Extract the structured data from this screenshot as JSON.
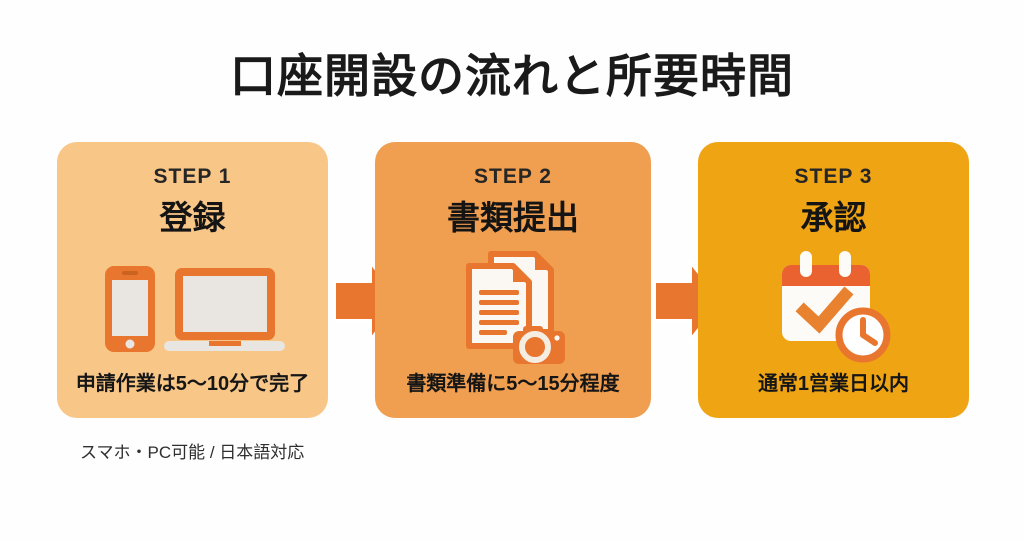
{
  "title": "口座開設の流れと所要時間",
  "steps": [
    {
      "label": "STEP 1",
      "title": "登録",
      "duration": "申請作業は5〜10分で完了",
      "icon": "smartphone-laptop-icon",
      "bg_color": "#F8C687"
    },
    {
      "label": "STEP 2",
      "title": "書類提出",
      "duration": "書類準備に5〜15分程度",
      "icon": "documents-camera-icon",
      "bg_color": "#F09E4F"
    },
    {
      "label": "STEP 3",
      "title": "承認",
      "duration": "通常1営業日以内",
      "icon": "calendar-check-clock-icon",
      "bg_color": "#EFA414"
    }
  ],
  "footnote": "スマホ・PC可能 / 日本語対応",
  "icons": {
    "between_steps": "arrow-right-icon"
  },
  "colors": {
    "background": "#FEFEFE",
    "title_text": "#1A1A1A",
    "arrow": "#E8762F",
    "icon_accent": "#E8762F",
    "icon_screen_gray": "#E9E6E2",
    "icon_paper_white": "#FBF8F4",
    "calendar_header": "#EA6230"
  }
}
